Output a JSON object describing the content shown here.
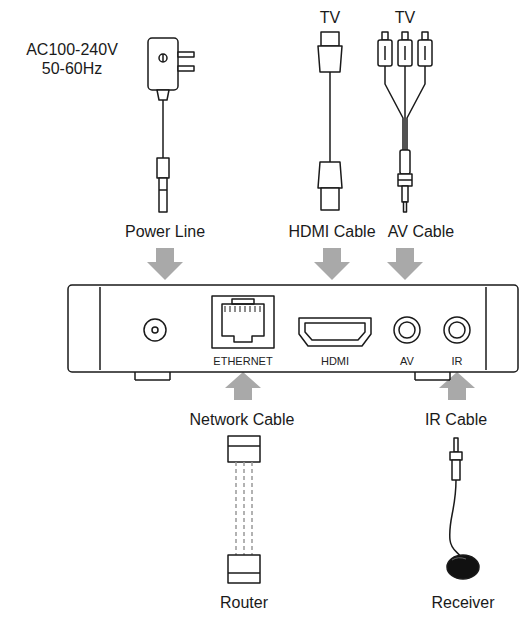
{
  "diagram": {
    "nodes": [
      {
        "text": [
          "ETHERNET",
          "HDMI",
          "AV",
          "IR"
        ]
      }
    ],
    "labels": [
      "AC100-240V 50-60Hz",
      "TV",
      "TV",
      "Power Line",
      "HDMI Cable",
      "AV Cable",
      "Network Cable",
      "IR Cable",
      "Router",
      "Receiver"
    ]
  }
}
